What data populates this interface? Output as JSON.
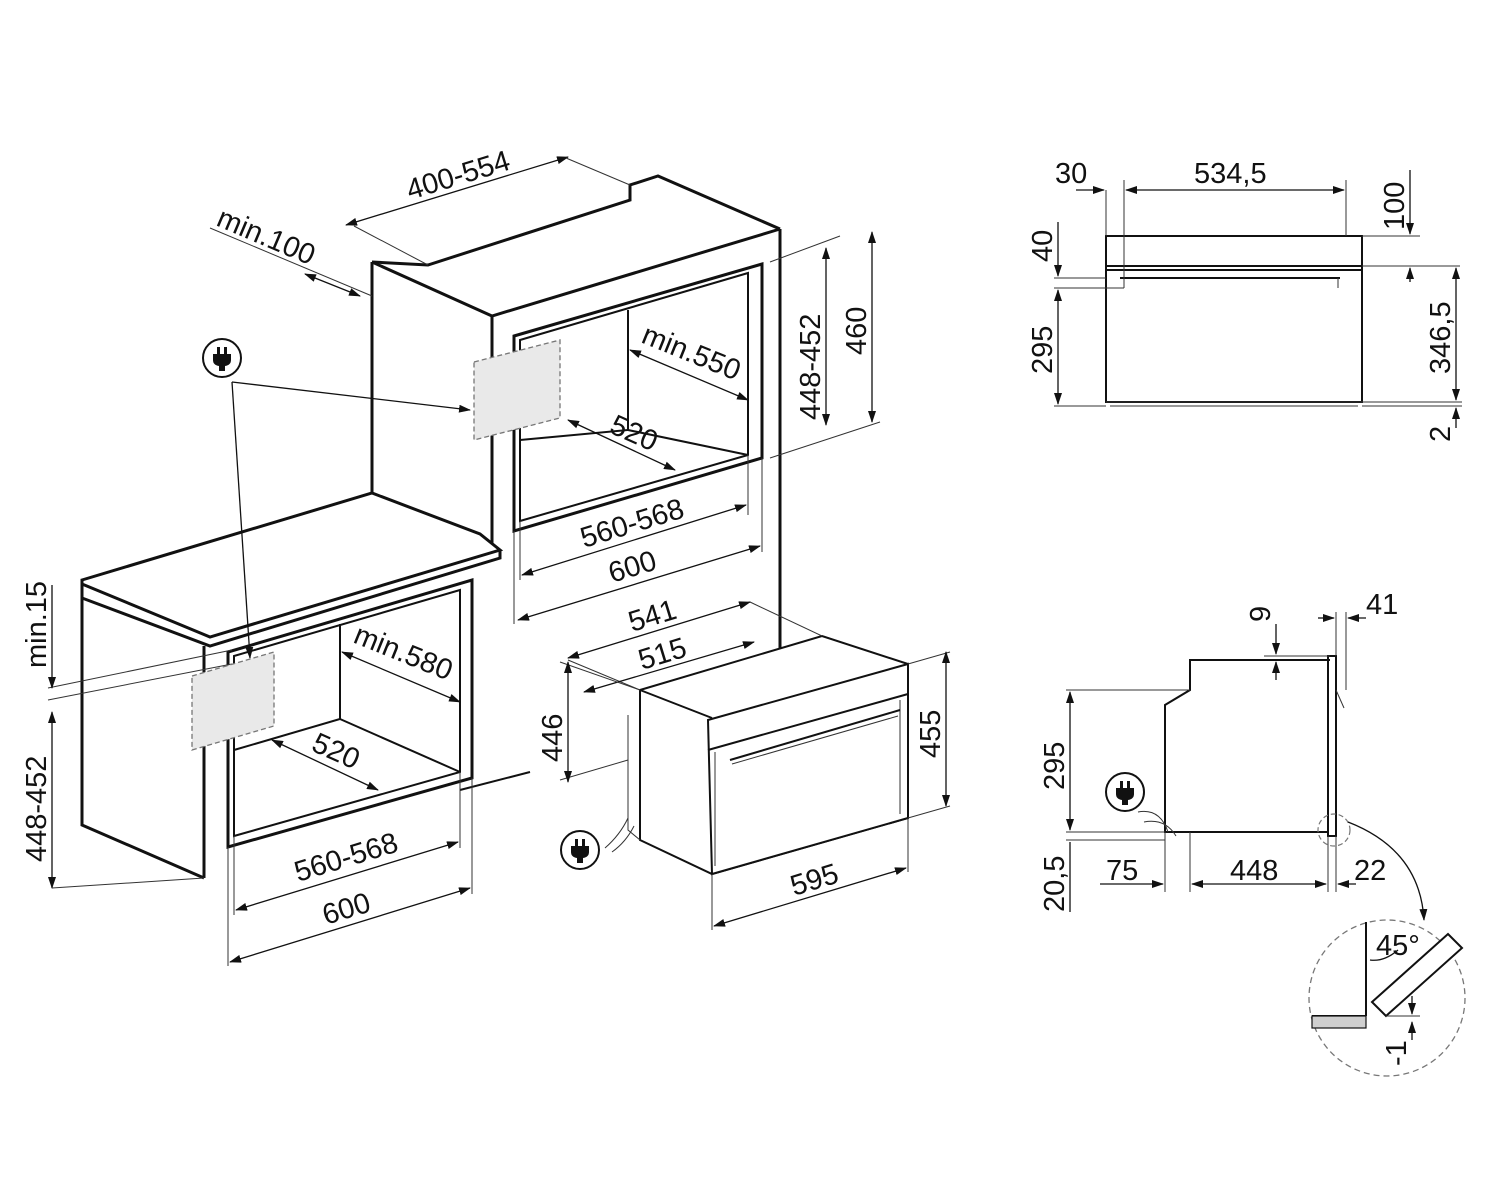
{
  "labels": {
    "upper_width_range": "400-554",
    "upper_depth_min": "min.100",
    "upper_height_range": "448-452",
    "upper_outer_height": "460",
    "upper_depth_cavity": "min.550",
    "upper_floor_depth": "520",
    "upper_cavity_width": "560-568",
    "upper_outer_width": "600",
    "lower_gap_min": "min.15",
    "lower_height_range": "448-452",
    "lower_depth_cavity": "min.580",
    "lower_floor_depth": "520",
    "lower_cavity_width": "560-568",
    "lower_outer_width": "600",
    "oven_depth_541": "541",
    "oven_depth_515": "515",
    "oven_height_446": "446",
    "oven_height_455": "455",
    "oven_width_595": "595",
    "front_left_offset": "30",
    "front_width": "534,5",
    "front_top_gap": "100",
    "front_panel": "40",
    "front_lower": "295",
    "front_total": "346,5",
    "front_bottom_gap": "2",
    "side_top": "9",
    "side_front": "41",
    "side_height": "295",
    "side_bottom": "20,5",
    "side_rear": "75",
    "side_depth": "448",
    "side_door": "22",
    "detail_angle": "45°",
    "detail_offset": "-1"
  },
  "icons": {
    "plug": "electric-plug-icon"
  }
}
